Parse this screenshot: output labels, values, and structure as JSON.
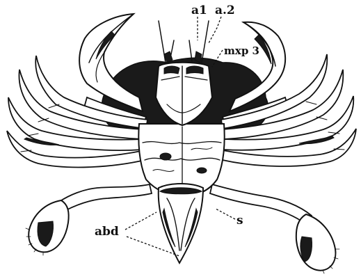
{
  "labels": {
    "a1": "a1",
    "a2": "a.2",
    "mxp3": "mxp 3",
    "abd": "abd",
    "s": "s"
  }
}
